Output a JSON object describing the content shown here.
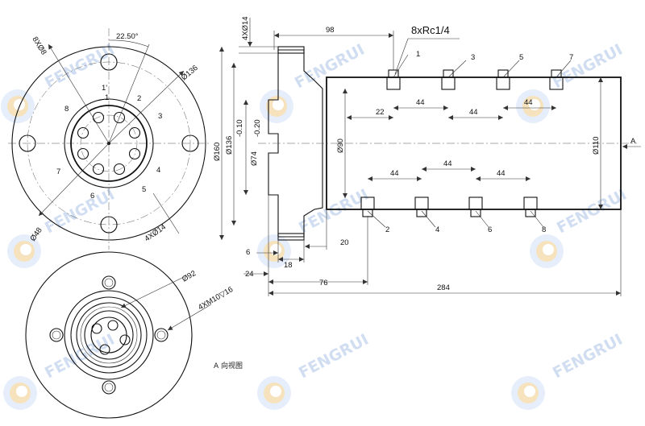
{
  "watermark": {
    "text": "FENGRUI"
  },
  "views": {
    "a_view_label": "A 向视图",
    "direction_letter": "A"
  },
  "front_view": {
    "angle": "22.50°",
    "holes_8": "8XØ8",
    "dia_136": "Ø136",
    "dia_48": "Ø48",
    "holes_4": "4XØ14",
    "outlets": [
      "1",
      "2",
      "3",
      "4",
      "5",
      "6",
      "7",
      "8"
    ],
    "top_outlet": "1'"
  },
  "a_view": {
    "dia_92": "Ø92",
    "tapped_holes": "4XM10▽16"
  },
  "side_view": {
    "port_spec": "8xRc1/4",
    "flange_holes": "4XØ14",
    "dia_160": "Ø160",
    "dia_136": "Ø136",
    "dia_74": "Ø74",
    "tol_upper": "-0.10",
    "tol_lower": "-0.20",
    "dia_90": "Ø90",
    "dia_110": "Ø110",
    "dims": {
      "d98": "98",
      "d22": "22",
      "d44_top_1": "44",
      "d44_top_2": "44",
      "d44_top_3": "44",
      "d44_bot_1": "44",
      "d44_bot_2": "44",
      "d44_bot_3": "44",
      "d6": "6",
      "d20": "20",
      "d18": "18",
      "d24": "24",
      "d76": "76",
      "d284": "284"
    },
    "ports_top": [
      "1",
      "3",
      "5",
      "7"
    ],
    "ports_bottom": [
      "2",
      "4",
      "6",
      "8"
    ]
  }
}
